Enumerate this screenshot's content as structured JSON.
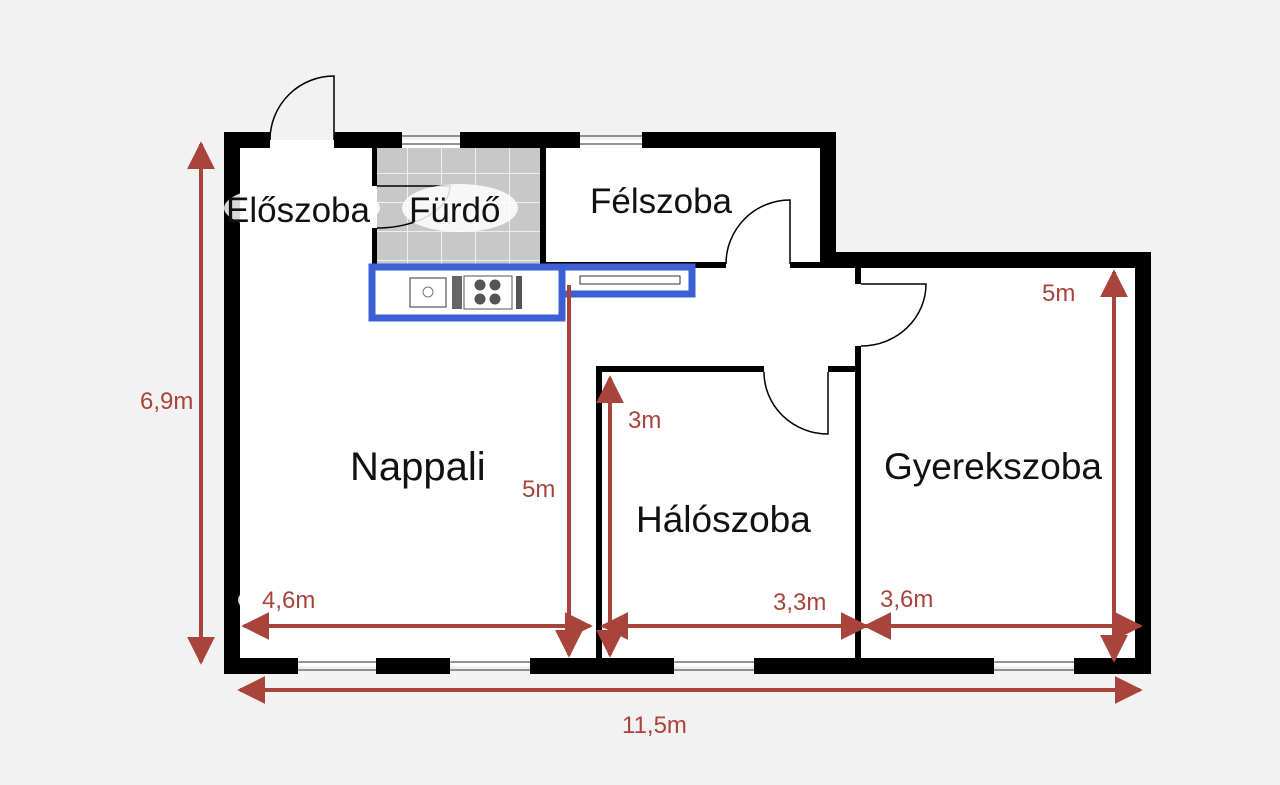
{
  "rooms": {
    "eloszoba": "Előszoba",
    "furdo": "Fürdő",
    "felszoba": "Félszoba",
    "nappali": "Nappali",
    "haloszoba": "Hálószoba",
    "gyerekszoba": "Gyerekszoba"
  },
  "dimensions": {
    "total_height": "6,9m",
    "total_width": "11,5m",
    "nappali_width": "4,6m",
    "nappali_depth": "5m",
    "haloszoba_width": "3,3m",
    "haloszoba_depth": "3m",
    "gyerekszoba_width": "3,6m",
    "gyerekszoba_depth": "5m"
  },
  "colors": {
    "wall": "#000000",
    "dimension": "#a8443b",
    "kitchen_outline": "#3d5fd6",
    "bathroom_tile": "#c8c8c8",
    "background": "#f2f2f2",
    "floor": "#ffffff"
  }
}
